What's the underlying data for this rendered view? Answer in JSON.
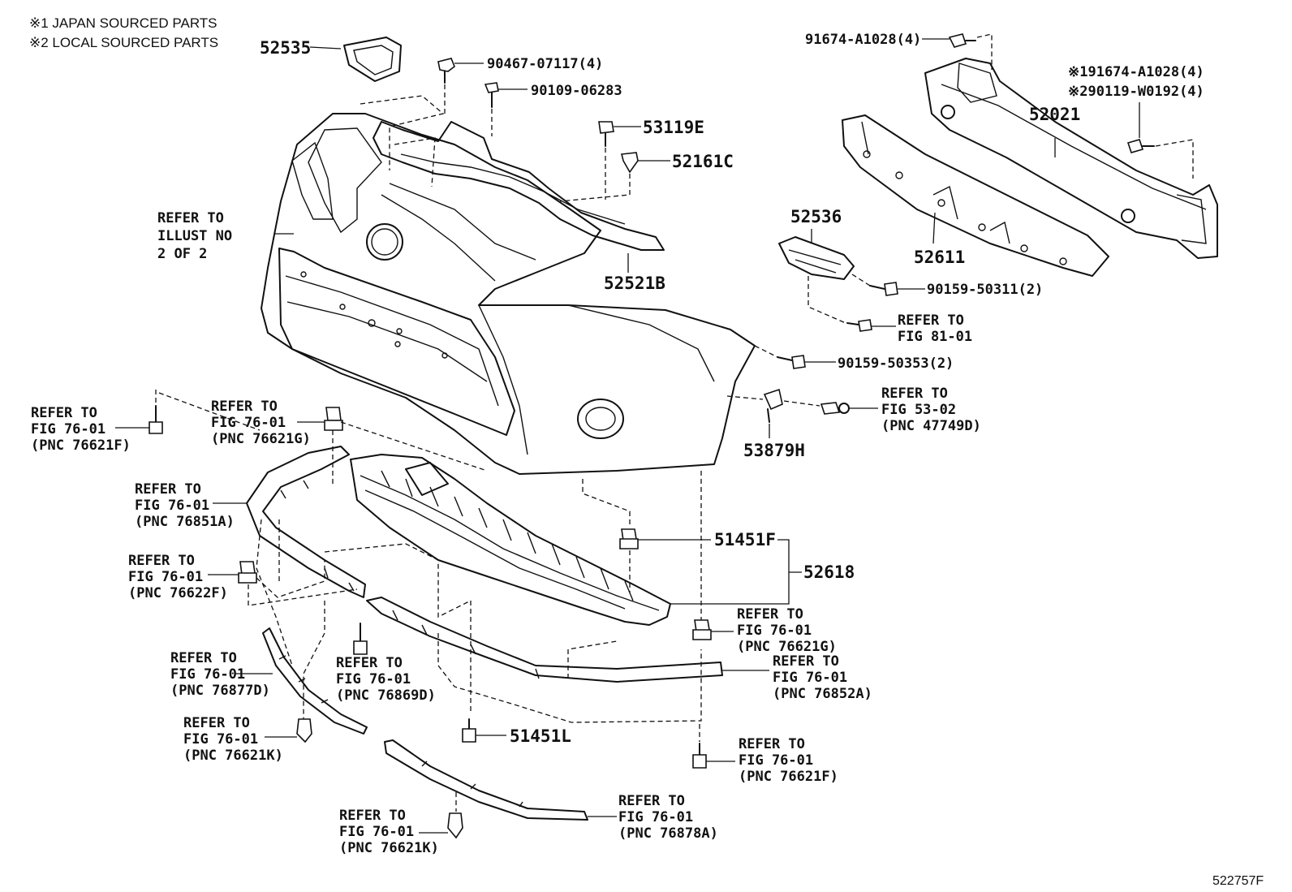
{
  "notes": {
    "n1": "※1 JAPAN SOURCED PARTS",
    "n2": "※2 LOCAL SOURCED PARTS"
  },
  "parts": {
    "p52535": "52535",
    "p90467": "90467-07117(4)",
    "p90109": "90109-06283",
    "p53119E": "53119E",
    "p52161C": "52161C",
    "p52521B": "52521B",
    "p91674": "91674-A1028(4)",
    "p52021": "52021",
    "p52611": "52611",
    "p52536": "52536",
    "p90159a": "90159-50311(2)",
    "p90159b": "90159-50353(2)",
    "p53879H": "53879H",
    "p51451F": "51451F",
    "p52618": "52618",
    "p51451L": "51451L",
    "s1": "※191674-A1028(4)",
    "s2": "※290119-W0192(4)"
  },
  "refs": {
    "illust": [
      "REFER TO",
      "ILLUST NO",
      "2 OF 2"
    ],
    "fig8101": [
      "REFER TO",
      "FIG 81-01"
    ],
    "fig5302": [
      "REFER TO",
      "FIG 53-02",
      "(PNC 47749D)"
    ],
    "r76621F_left": [
      "REFER TO",
      "FIG 76-01",
      "(PNC 76621F)"
    ],
    "r76621G_top": [
      "REFER TO",
      "FIG 76-01",
      "(PNC 76621G)"
    ],
    "r76851A": [
      "REFER TO",
      "FIG 76-01",
      "(PNC 76851A)"
    ],
    "r76622F": [
      "REFER TO",
      "FIG 76-01",
      "(PNC 76622F)"
    ],
    "r76621G_right": [
      "REFER TO",
      "FIG 76-01",
      "(PNC 76621G)"
    ],
    "r76877D": [
      "REFER TO",
      "FIG 76-01",
      "(PNC 76877D)"
    ],
    "r76869D": [
      "REFER TO",
      "FIG 76-01",
      "(PNC 76869D)"
    ],
    "r76852A": [
      "REFER TO",
      "FIG 76-01",
      "(PNC 76852A)"
    ],
    "r76621K_left": [
      "REFER TO",
      "FIG 76-01",
      "(PNC 76621K)"
    ],
    "r76621F_right": [
      "REFER TO",
      "FIG 76-01",
      "(PNC 76621F)"
    ],
    "r76878A": [
      "REFER TO",
      "FIG 76-01",
      "(PNC 76878A)"
    ],
    "r76621K_bottom": [
      "REFER TO",
      "FIG 76-01",
      "(PNC 76621K)"
    ]
  },
  "figure_id": "522757F"
}
